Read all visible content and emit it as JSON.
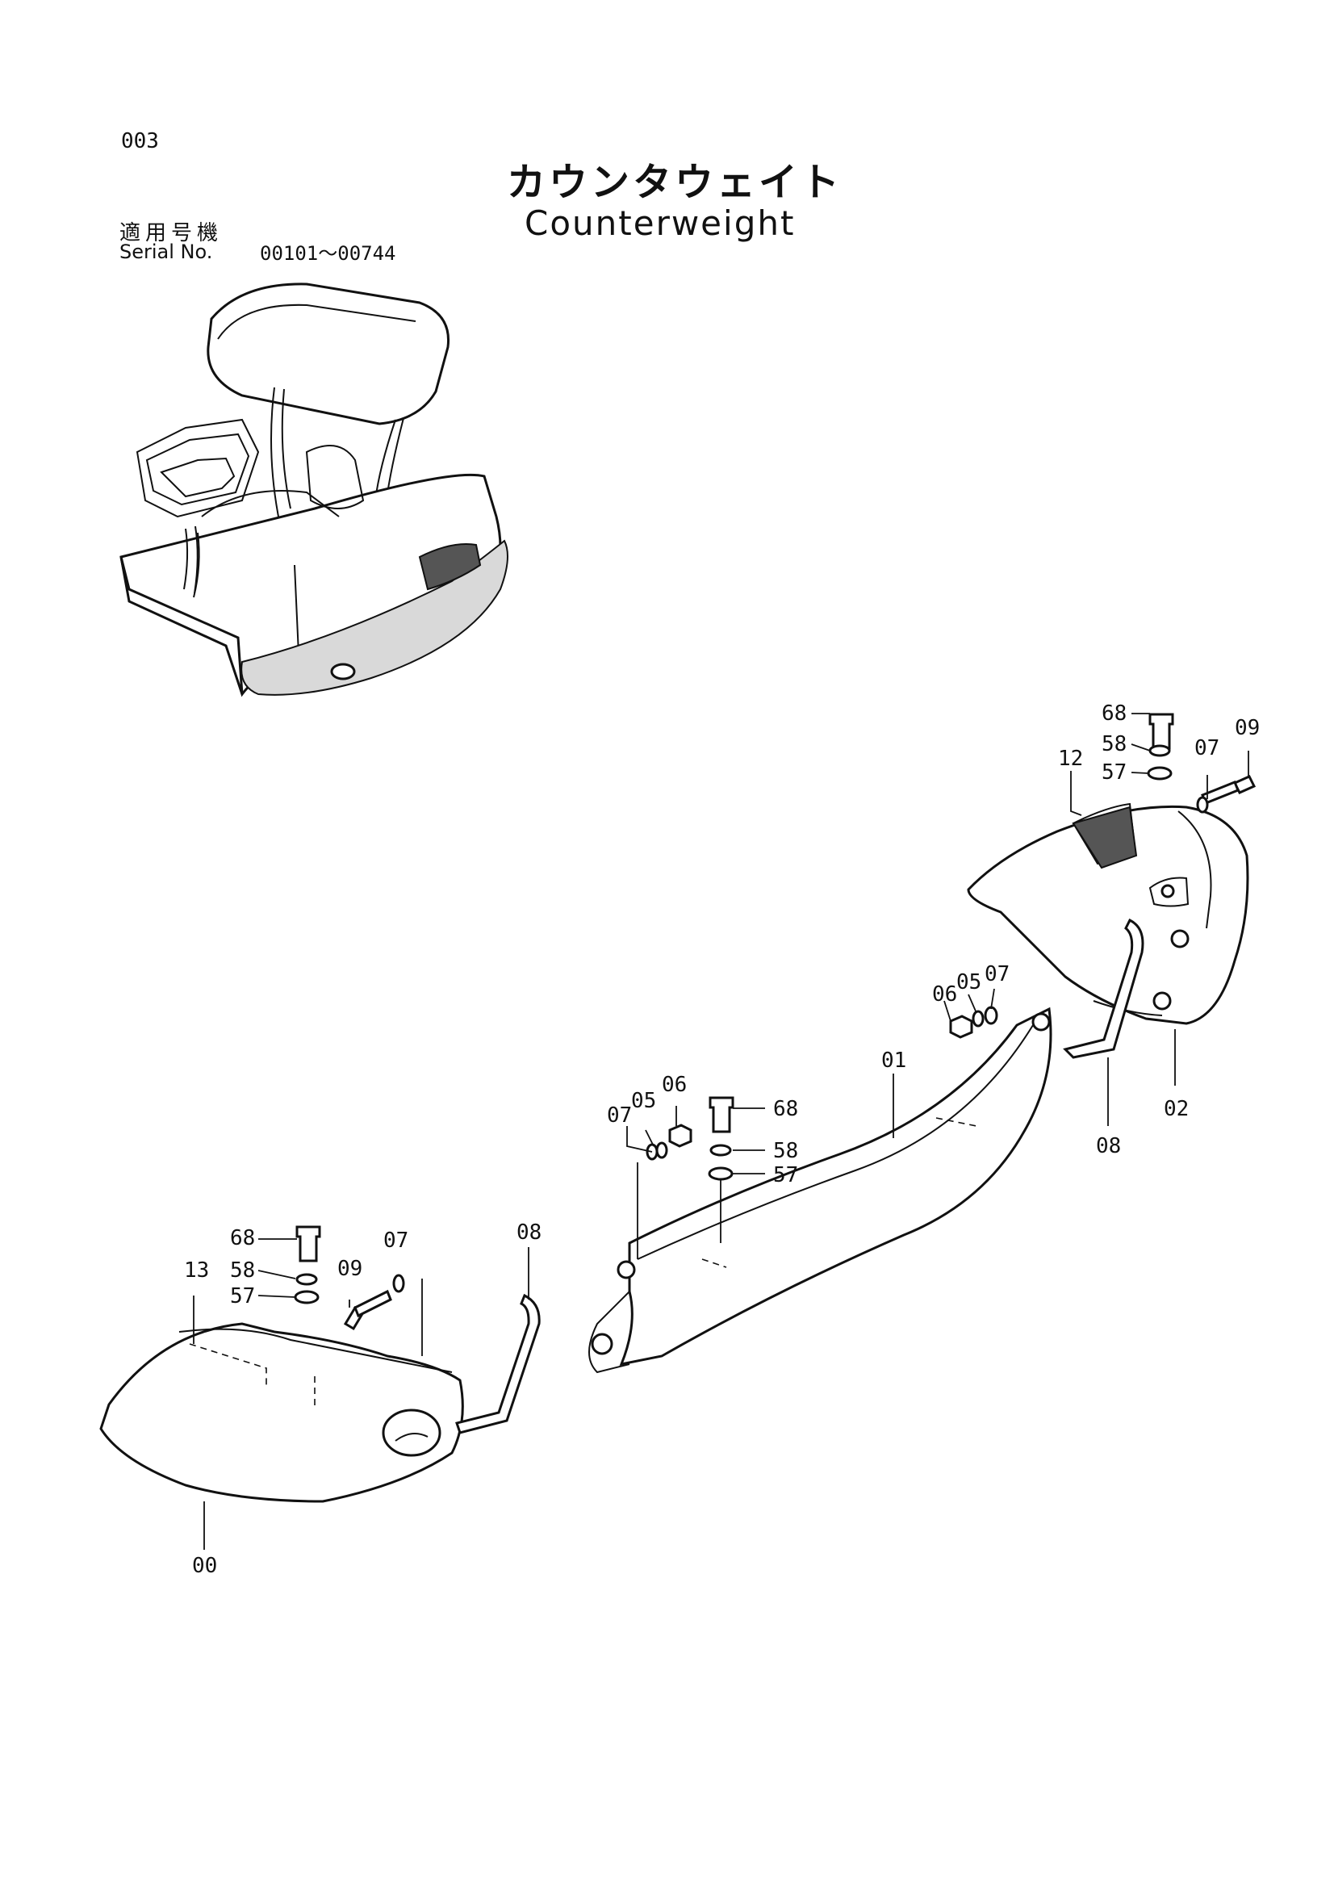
{
  "header": {
    "page_number": "003",
    "title_jp": "カウンタウェイト",
    "title_en": "Counterweight",
    "serial_label_jp": "適用号機",
    "serial_label_en": "Serial No.",
    "serial_range": "00101～00744"
  },
  "callouts": [
    {
      "id": "c-68-top",
      "text": "68"
    },
    {
      "id": "c-58-top",
      "text": "58"
    },
    {
      "id": "c-57-top",
      "text": "57"
    },
    {
      "id": "c-12",
      "text": "12"
    },
    {
      "id": "c-07-top",
      "text": "07"
    },
    {
      "id": "c-09-top",
      "text": "09"
    },
    {
      "id": "c-06-r",
      "text": "06"
    },
    {
      "id": "c-05-r",
      "text": "05"
    },
    {
      "id": "c-07-r",
      "text": "07"
    },
    {
      "id": "c-01",
      "text": "01"
    },
    {
      "id": "c-02",
      "text": "02"
    },
    {
      "id": "c-08-r",
      "text": "08"
    },
    {
      "id": "c-07-m",
      "text": "07"
    },
    {
      "id": "c-05-m",
      "text": "05"
    },
    {
      "id": "c-06-m",
      "text": "06"
    },
    {
      "id": "c-68-m",
      "text": "68"
    },
    {
      "id": "c-58-m",
      "text": "58"
    },
    {
      "id": "c-57-m",
      "text": "57"
    },
    {
      "id": "c-68-l",
      "text": "68"
    },
    {
      "id": "c-13",
      "text": "13"
    },
    {
      "id": "c-58-l",
      "text": "58"
    },
    {
      "id": "c-57-l",
      "text": "57"
    },
    {
      "id": "c-09-l",
      "text": "09"
    },
    {
      "id": "c-07-l",
      "text": "07"
    },
    {
      "id": "c-08-l",
      "text": "08"
    },
    {
      "id": "c-00",
      "text": "00"
    }
  ]
}
